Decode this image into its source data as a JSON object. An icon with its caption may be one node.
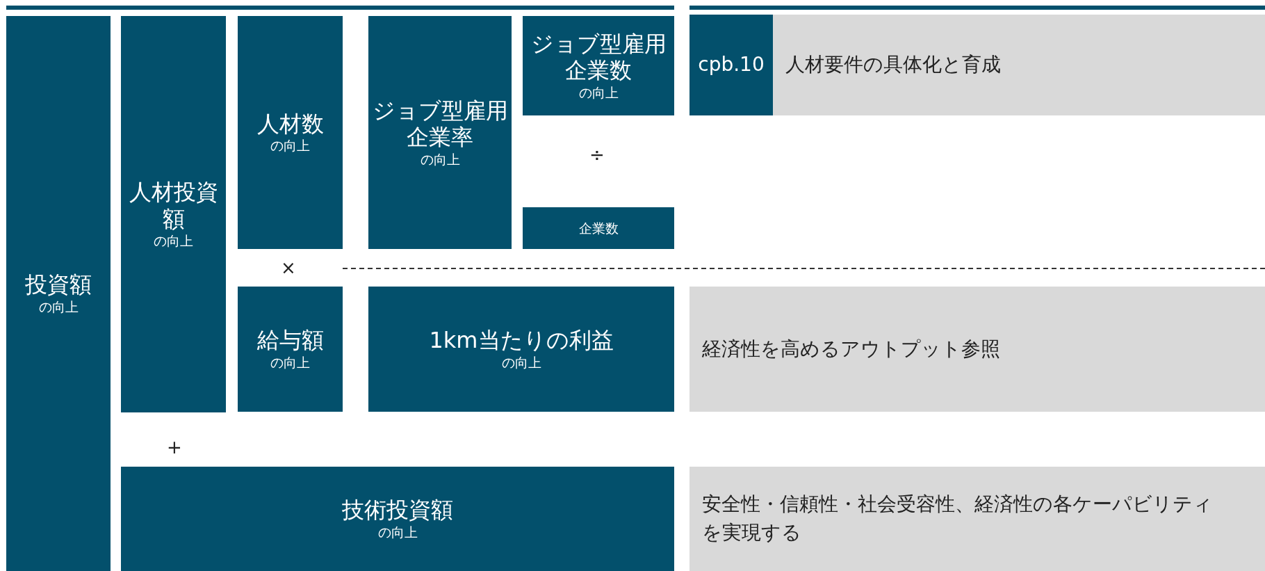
{
  "diagram": {
    "nodes": [
      {
        "text": [
          "投資額",
          "の向上"
        ]
      },
      {
        "text": [
          "人材投資額",
          "の向上"
        ]
      },
      {
        "text": [
          "人材数",
          "の向上"
        ]
      },
      {
        "text": [
          "ジョブ型雇用企業率",
          "の向上"
        ]
      },
      {
        "text": [
          "ジョブ型雇用企業数",
          "の向上"
        ]
      },
      {
        "text": [
          "企業数"
        ]
      },
      {
        "text": [
          "給与額",
          "の向上"
        ]
      },
      {
        "text": [
          "1km当たりの利益",
          "の向上"
        ]
      },
      {
        "text": [
          "技術投資額",
          "の向上"
        ]
      },
      {
        "text": [
          "cpb.10"
        ]
      },
      {
        "text": [
          "人材要件の具体化と育成"
        ]
      },
      {
        "text": [
          "経済性を高めるアウトプット参照"
        ]
      },
      {
        "text": [
          "安全性・信頼性・社会受容性、経済性の各ケーパビリティを実現する"
        ]
      }
    ],
    "labels": [
      "÷",
      "×",
      "+"
    ]
  }
}
